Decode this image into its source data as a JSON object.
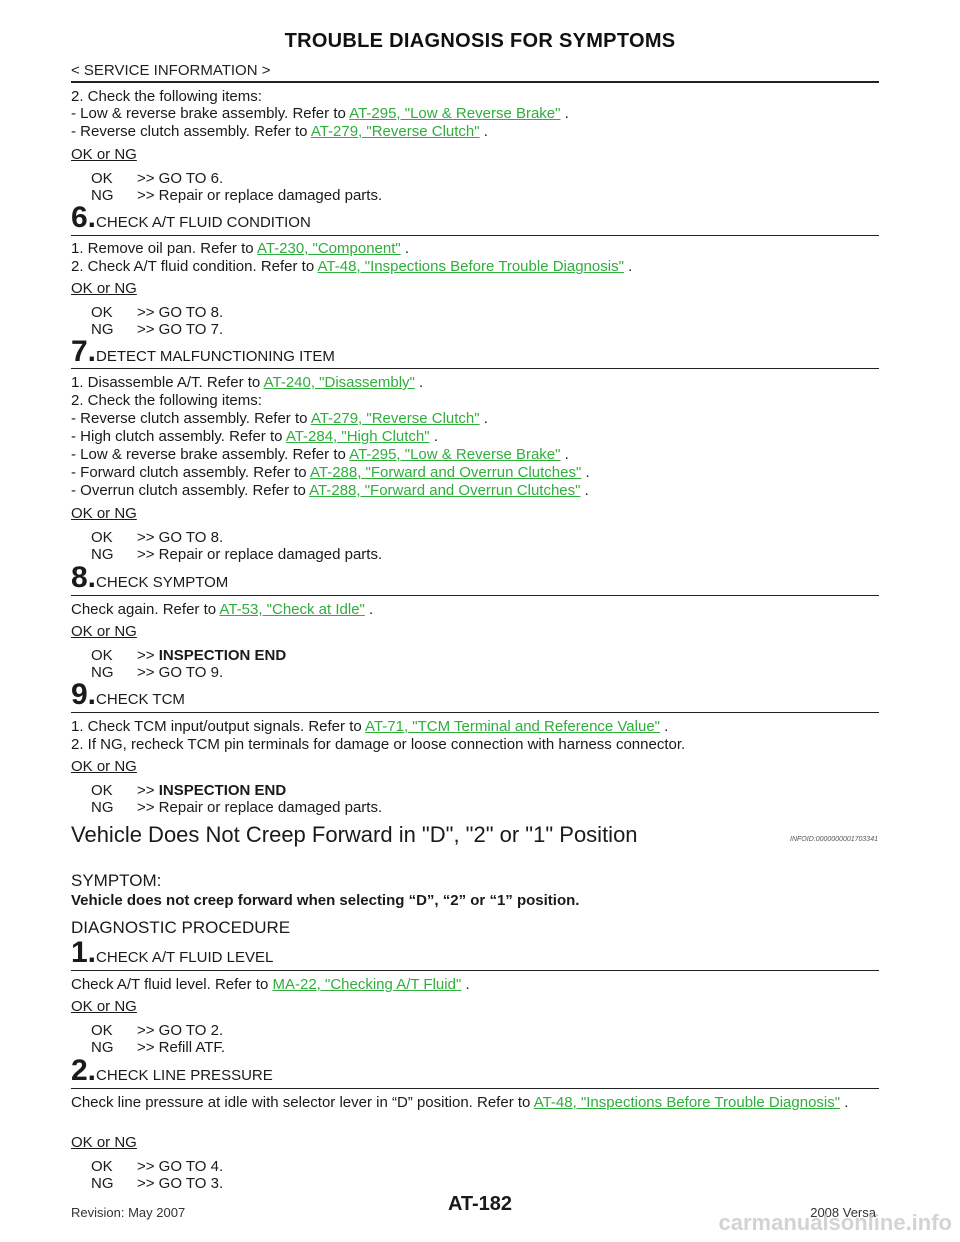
{
  "header": {
    "title": "TROUBLE DIAGNOSIS FOR SYMPTOMS",
    "breadcrumb": "< SERVICE INFORMATION >"
  },
  "top": {
    "l1": "2. Check the following items:",
    "l2a": "- Low & reverse brake assembly. Refer to ",
    "l2link": "AT-295, \"Low & Reverse Brake\"",
    "l2b": " .",
    "l3a": "- Reverse clutch assembly. Refer to ",
    "l3link": "AT-279, \"Reverse Clutch\"",
    "l3b": " .",
    "okng": "OK or NG",
    "ok": "OK",
    "ok_text": ">> GO TO 6.",
    "ng": "NG",
    "ng_text": ">> Repair or replace damaged parts."
  },
  "step6": {
    "num": "6.",
    "title": "CHECK A/T FLUID CONDITION",
    "l1a": "1. Remove oil pan. Refer to ",
    "l1link": "AT-230, \"Component\"",
    "l1b": " .",
    "l2a": "2. Check A/T fluid condition. Refer to ",
    "l2link": "AT-48, \"Inspections Before Trouble Diagnosis\"",
    "l2b": " .",
    "okng": "OK or NG",
    "ok": "OK",
    "ok_text": ">> GO TO 8.",
    "ng": "NG",
    "ng_text": ">> GO TO 7."
  },
  "step7": {
    "num": "7.",
    "title": "DETECT MALFUNCTIONING ITEM",
    "l1a": "1. Disassemble A/T. Refer to ",
    "l1link": "AT-240, \"Disassembly\"",
    "l1b": " .",
    "l2": "2. Check the following items:",
    "l3a": "- Reverse clutch assembly. Refer to ",
    "l3link": "AT-279, \"Reverse Clutch\"",
    "l3b": " .",
    "l4a": "- High clutch assembly. Refer to ",
    "l4link": "AT-284, \"High Clutch\"",
    "l4b": " .",
    "l5a": "- Low & reverse brake assembly. Refer to ",
    "l5link": "AT-295, \"Low & Reverse Brake\"",
    "l5b": " .",
    "l6a": "- Forward clutch assembly. Refer to ",
    "l6link": "AT-288, \"Forward and Overrun Clutches\"",
    "l6b": " .",
    "l7a": "- Overrun clutch assembly. Refer to ",
    "l7link": "AT-288, \"Forward and Overrun Clutches\"",
    "l7b": " .",
    "okng": "OK or NG",
    "ok": "OK",
    "ok_text": ">> GO TO 8.",
    "ng": "NG",
    "ng_text": ">> Repair or replace damaged parts."
  },
  "step8": {
    "num": "8.",
    "title": "CHECK SYMPTOM",
    "l1a": "Check again. Refer to ",
    "l1link": "AT-53, \"Check at Idle\"",
    "l1b": " .",
    "okng": "OK or NG",
    "ok": "OK",
    "ok_prefix": ">> ",
    "ok_text": "INSPECTION END",
    "ng": "NG",
    "ng_text": ">> GO TO 9."
  },
  "step9": {
    "num": "9.",
    "title": "CHECK TCM",
    "l1a": "1. Check TCM input/output signals. Refer to ",
    "l1link": "AT-71, \"TCM Terminal and Reference Value\"",
    "l1b": " .",
    "l2": "2. If NG, recheck TCM pin terminals for damage or loose connection with harness connector.",
    "okng": "OK or NG",
    "ok": "OK",
    "ok_prefix": ">> ",
    "ok_text": "INSPECTION END",
    "ng": "NG",
    "ng_text": ">> Repair or replace damaged parts."
  },
  "section": {
    "title": "Vehicle Does Not Creep Forward in \"D\", \"2\" or \"1\" Position",
    "infoid": "INFOID:0000000001703341",
    "symptom_label": "SYMPTOM:",
    "symptom": "Vehicle does not creep forward when selecting “D”, “2” or “1” position.",
    "diag": "DIAGNOSTIC PROCEDURE"
  },
  "s1": {
    "num": "1.",
    "title": "CHECK A/T FLUID LEVEL",
    "l1a": "Check A/T fluid level. Refer to ",
    "l1link": "MA-22, \"Checking A/T Fluid\"",
    "l1b": " .",
    "okng": "OK or NG",
    "ok": "OK",
    "ok_text": ">> GO TO 2.",
    "ng": "NG",
    "ng_text": ">> Refill ATF."
  },
  "s2": {
    "num": "2.",
    "title": "CHECK LINE PRESSURE",
    "l1a": "Check line pressure at idle with selector lever in “D” position. Refer to ",
    "l1link": "AT-48, \"Inspections Before Trouble Diagnosis\"",
    "l1b": " .",
    "okng": "OK or NG",
    "ok": "OK",
    "ok_text": ">> GO TO 4.",
    "ng": "NG",
    "ng_text": ">> GO TO 3."
  },
  "footer": {
    "revision": "Revision: May 2007",
    "page": "AT-182",
    "model": "2008 Versa",
    "watermark": "carmanualsonline.info"
  }
}
